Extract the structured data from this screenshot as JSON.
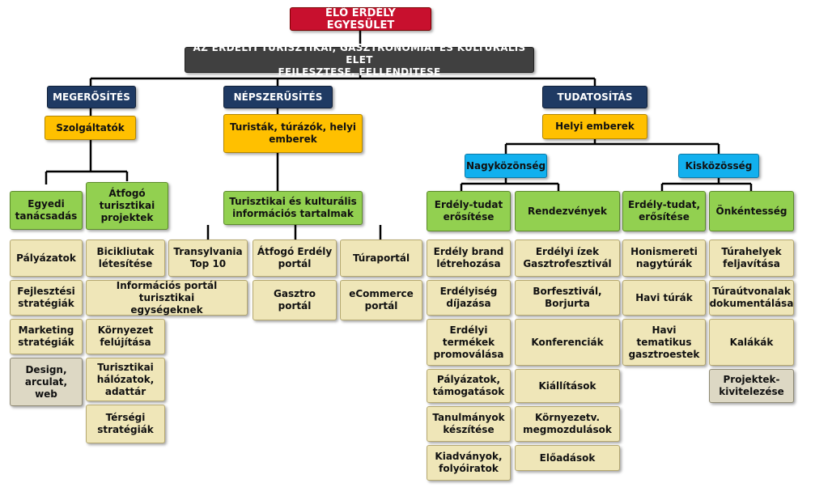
{
  "root": "ÉLŐ ERDÉLY EGYESÜLET",
  "mission": "AZ ERDELYI TURISZTIKAI, GASZTRONOMIAI ES KULTURALIS ELET\nFEJLESZTESE, FELLENDITESE",
  "pillars": {
    "megerosites": "MEGERŐSÍTÉS",
    "nepszerusites": "NÉPSZERŰSÍTÉS",
    "tudatositas": "TUDATOSÍTÁS"
  },
  "audiences": {
    "szolgaltatok": "Szolgáltatók",
    "turistak": "Turisták, túrázók, helyi\nemberek",
    "helyi": "Helyi emberek"
  },
  "communities": {
    "nagy": "Nagyközönség",
    "kis": "Kisközösség"
  },
  "groups": {
    "egyedi": "Egyedi\ntanácsadás",
    "atfogo": "Átfogó\nturisztikai\nprojektek",
    "info": "Turisztikai és kulturális\ninformációs tartalmak",
    "erdely_tudat": "Erdély-tudat\nerősítése",
    "rendezvenyek": "Rendezvények",
    "erdely_tudat2": "Erdély-tudat,\nerősítése",
    "onkentesseg": "Önkéntesség"
  },
  "items": {
    "palyazatok": "Pályázatok",
    "fejlesztesi": "Fejlesztési\nstratégiák",
    "marketing": "Marketing\nstratégiák",
    "design": "Design,\narculat,\nweb",
    "bicikli": "Bicikliutak\nlétesítése",
    "info_portal": "Információs portál turisztikai\negységeknek",
    "kornyezet": "Környezet\nfelújítása",
    "halozatok": "Turisztikai\nhálózatok,\nadattár",
    "tersegi": "Térségi\nstratégiák",
    "transylvania": "Transylvania\nTop 10",
    "atfogo_portal": "Átfogó Erdély\nportál",
    "gasztro_portal": "Gasztro\nportál",
    "turaportal": "Túraportál",
    "ecommerce": "eCommerce\nportál",
    "brand": "Erdély brand\nlétrehozása",
    "erdelyiseg": "Erdélyiség\ndíjazása",
    "termekek": "Erdélyi\ntermékek\npromoválása",
    "palyazatok2": "Pályázatok,\ntámogatások",
    "tanulmanyok": "Tanulmányok\nkészítése",
    "kiadvanyok": "Kiadványok,\nfolyóiratok",
    "izek": "Erdélyi ízek\nGasztrofesztivál",
    "borfesztival": "Borfesztivál,\nBorjurta",
    "konferenciak": "Konferenciák",
    "kiallitasok": "Kiállítások",
    "kornyezetv": "Környezetv.\nmegmozdulások",
    "eloadasok": "Előadások",
    "honismereti": "Honismereti\nnagytúrák",
    "havi": "Havi túrák",
    "tematikus": "Havi\ntematikus\ngasztroestek",
    "turahelyek": "Túrahelyek\nfeljavítása",
    "turautvonalak": "Túraútvonalak\ndokumentálása",
    "kalakak": "Kalákák",
    "projektek": "Projektek-\nkivitelezése"
  },
  "colors": {
    "root": "#c8102e",
    "mission": "#404040",
    "pillar": "#1f3a63",
    "audience": "#ffc000",
    "community": "#12b0ee",
    "group": "#92d050",
    "item": "#efe6b8",
    "item_gray": "#ddd8c4"
  }
}
